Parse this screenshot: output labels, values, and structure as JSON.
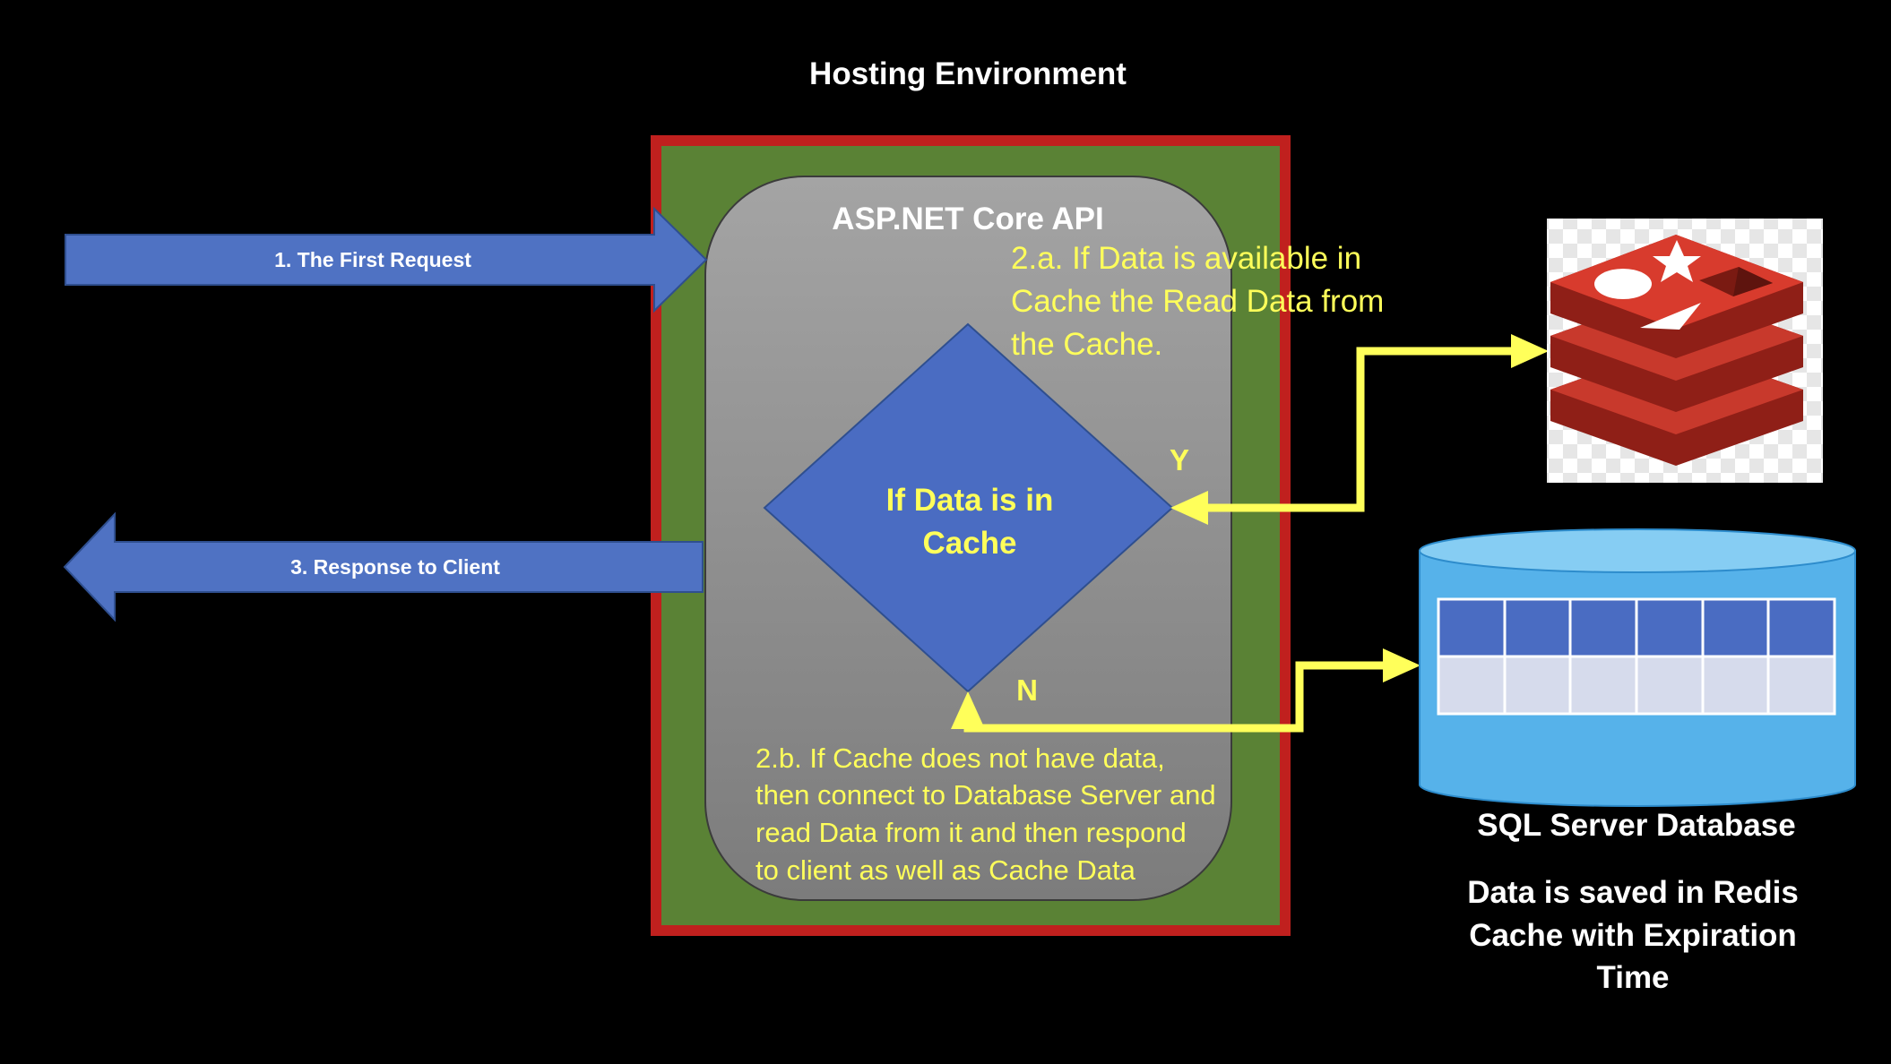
{
  "colors": {
    "background": "#000000",
    "environment_border": "#c0201e",
    "environment_fill": "#5a8235",
    "api_box_gradient_top": "#a4a4a4",
    "api_box_gradient_bottom": "#7e7e7e",
    "arrow_blue": "#4f72c3",
    "decision_fill": "#4a6cc2",
    "connector_yellow": "#ffff5a",
    "redis_red": "#c0382b",
    "database_blue": "#56b2ea"
  },
  "hosting_environment": {
    "title": "Hosting Environment"
  },
  "api": {
    "title": "ASP.NET Core API"
  },
  "decision": {
    "label_line1": "If Data is in",
    "label_line2": "Cache"
  },
  "branches": {
    "yes_label": "Y",
    "no_label": "N"
  },
  "notes": {
    "cache_hit": [
      "2.a. If Data is available in",
      "Cache the Read Data from",
      "the Cache."
    ],
    "cache_miss": [
      "2.b. If Cache does not have data,",
      "then connect to Database Server and",
      "read Data from it and then respond",
      "to client as well as Cache Data"
    ]
  },
  "arrows": {
    "request_label": "1. The First Request",
    "response_label": "3. Response to Client"
  },
  "redis": {
    "icon": "redis-logo-icon"
  },
  "database": {
    "icon": "database-cylinder-icon",
    "label": "SQL Server Database",
    "note": [
      "Data is saved in Redis",
      "Cache with Expiration",
      "Time"
    ]
  }
}
